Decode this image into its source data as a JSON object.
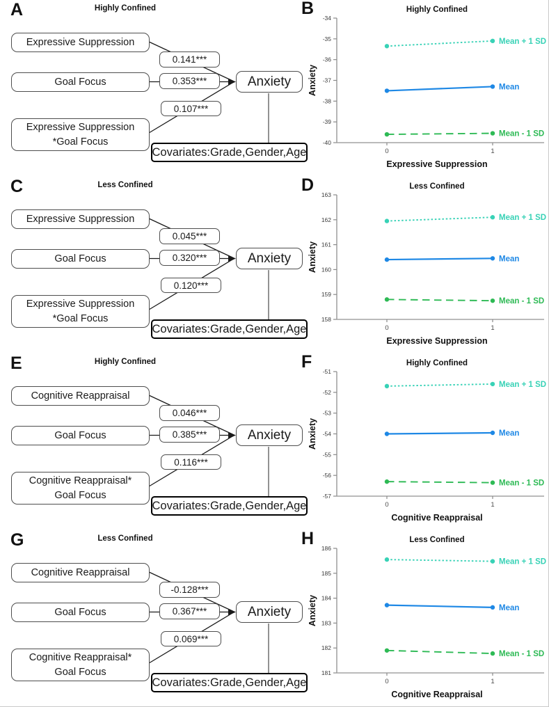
{
  "colors": {
    "mean_plus_sd": "#38d2b6",
    "mean": "#1e88e5",
    "mean_minus_sd": "#2eba55",
    "axis": "#a3a3a3",
    "diagram_line": "#1a1a1a"
  },
  "diagrams": [
    {
      "letter": "A",
      "title": "Highly Confined",
      "predictor": "Expressive Suppression",
      "moderator": "Goal Focus",
      "interaction_line1": "Expressive Suppression",
      "interaction_line2": "*Goal Focus",
      "coef_predictor": "0.141***",
      "coef_moderator": "0.353***",
      "coef_interaction": "0.107***",
      "outcome": "Anxiety",
      "covariates": "Covariates:Grade,Gender,Age"
    },
    {
      "letter": "C",
      "title": "Less Confined",
      "predictor": "Expressive Suppression",
      "moderator": "Goal Focus",
      "interaction_line1": "Expressive Suppression",
      "interaction_line2": "*Goal Focus",
      "coef_predictor": "0.045***",
      "coef_moderator": "0.320***",
      "coef_interaction": "0.120***",
      "outcome": "Anxiety",
      "covariates": "Covariates:Grade,Gender,Age"
    },
    {
      "letter": "E",
      "title": "Highly Confined",
      "predictor": "Cognitive Reappraisal",
      "moderator": "Goal Focus",
      "interaction_line1": "Cognitive Reappraisal*",
      "interaction_line2": "Goal Focus",
      "coef_predictor": "0.046***",
      "coef_moderator": "0.385***",
      "coef_interaction": "0.116***",
      "outcome": "Anxiety",
      "covariates": "Covariates:Grade,Gender,Age"
    },
    {
      "letter": "G",
      "title": "Less Confined",
      "predictor": "Cognitive Reappraisal",
      "moderator": "Goal Focus",
      "interaction_line1": "Cognitive Reappraisal*",
      "interaction_line2": "Goal Focus",
      "coef_predictor": "-0.128***",
      "coef_moderator": "0.367***",
      "coef_interaction": "0.069***",
      "outcome": "Anxiety",
      "covariates": "Covariates:Grade,Gender,Age"
    }
  ],
  "chart_data": [
    {
      "letter": "B",
      "type": "line",
      "title": "Highly Confined",
      "xlabel": "Expressive Suppression",
      "ylabel": "Anxiety",
      "ylim": [
        -40,
        -34
      ],
      "yticks": [
        -34,
        -35,
        -36,
        -37,
        -38,
        -39,
        -40
      ],
      "x": [
        0,
        1
      ],
      "xtick_labels": [
        "0",
        "1"
      ],
      "legend_position": "right",
      "grid": false,
      "series": [
        {
          "name": "Mean + 1 SD",
          "values": [
            -35.35,
            -35.1
          ],
          "color": "#38d2b6",
          "style": "dotted"
        },
        {
          "name": "Mean",
          "values": [
            -37.5,
            -37.3
          ],
          "color": "#1e88e5",
          "style": "solid"
        },
        {
          "name": "Mean - 1 SD",
          "values": [
            -39.6,
            -39.55
          ],
          "color": "#2eba55",
          "style": "dashed"
        }
      ]
    },
    {
      "letter": "D",
      "type": "line",
      "title": "Less Confined",
      "xlabel": "Expressive Suppression",
      "ylabel": "Anxiety",
      "ylim": [
        158,
        163
      ],
      "yticks": [
        163,
        162,
        161,
        160,
        159,
        158
      ],
      "x": [
        0,
        1
      ],
      "xtick_labels": [
        "0",
        "1"
      ],
      "legend_position": "right",
      "grid": false,
      "series": [
        {
          "name": "Mean + 1 SD",
          "values": [
            161.95,
            162.1
          ],
          "color": "#38d2b6",
          "style": "dotted"
        },
        {
          "name": "Mean",
          "values": [
            160.4,
            160.45
          ],
          "color": "#1e88e5",
          "style": "solid"
        },
        {
          "name": "Mean - 1 SD",
          "values": [
            158.8,
            158.75
          ],
          "color": "#2eba55",
          "style": "dashed"
        }
      ]
    },
    {
      "letter": "F",
      "type": "line",
      "title": "Highly Confined",
      "xlabel": "Cognitive Reappraisal",
      "ylabel": "Anxiety",
      "ylim": [
        -57,
        -51
      ],
      "yticks": [
        -51,
        -52,
        -53,
        -54,
        -55,
        -56,
        -57
      ],
      "x": [
        0,
        1
      ],
      "xtick_labels": [
        "0",
        "1"
      ],
      "legend_position": "right",
      "grid": false,
      "series": [
        {
          "name": "Mean + 1 SD",
          "values": [
            -51.7,
            -51.6
          ],
          "color": "#38d2b6",
          "style": "dotted"
        },
        {
          "name": "Mean",
          "values": [
            -54.0,
            -53.95
          ],
          "color": "#1e88e5",
          "style": "solid"
        },
        {
          "name": "Mean - 1 SD",
          "values": [
            -56.3,
            -56.35
          ],
          "color": "#2eba55",
          "style": "dashed"
        }
      ]
    },
    {
      "letter": "H",
      "type": "line",
      "title": "Less Confined",
      "xlabel": "Cognitive Reappraisal",
      "ylabel": "Anxiety",
      "ylim": [
        181,
        186
      ],
      "yticks": [
        186,
        185,
        184,
        183,
        182,
        181
      ],
      "x": [
        0,
        1
      ],
      "xtick_labels": [
        "0",
        "1"
      ],
      "legend_position": "right",
      "grid": false,
      "series": [
        {
          "name": "Mean + 1 SD",
          "values": [
            185.55,
            185.48
          ],
          "color": "#38d2b6",
          "style": "dotted"
        },
        {
          "name": "Mean",
          "values": [
            183.72,
            183.63
          ],
          "color": "#1e88e5",
          "style": "solid"
        },
        {
          "name": "Mean - 1 SD",
          "values": [
            181.9,
            181.78
          ],
          "color": "#2eba55",
          "style": "dashed"
        }
      ]
    }
  ]
}
